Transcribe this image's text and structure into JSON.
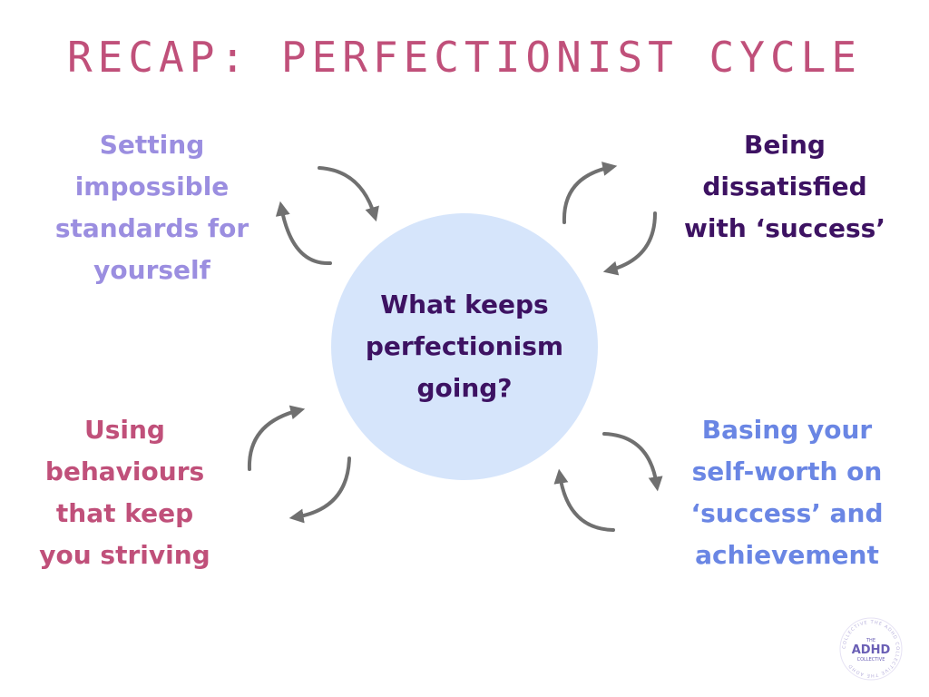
{
  "title": "RECAP: PERFECTIONIST CYCLE",
  "center": {
    "lines": [
      "What keeps",
      "perfectionism",
      "going?"
    ]
  },
  "nodes": {
    "top_left": {
      "lines": [
        "Setting",
        "impossible",
        "standards for",
        "yourself"
      ]
    },
    "top_right": {
      "lines": [
        "Being",
        "dissatisfied",
        "with ‘success’"
      ]
    },
    "bottom_left": {
      "lines": [
        "Using",
        "behaviours",
        "that keep",
        "you striving"
      ]
    },
    "bottom_right": {
      "lines": [
        "Basing your",
        "self-worth on",
        "‘success’ and",
        "achievement"
      ]
    }
  },
  "logo": {
    "the": "THE",
    "name": "ADHD",
    "sub": "COLLECTIVE",
    "ring": "COLLECTIVE THE ADHD COLLECTIVE THE ADHD"
  },
  "colors": {
    "title": "#c0507a",
    "top_left": "#9b8ee0",
    "top_right": "#3d1262",
    "bottom_left": "#c0507a",
    "bottom_right": "#6a86e4",
    "center_fill": "#d6e5fb",
    "arrows": "#707070"
  },
  "icons": [
    "curved-arrow-icon"
  ]
}
